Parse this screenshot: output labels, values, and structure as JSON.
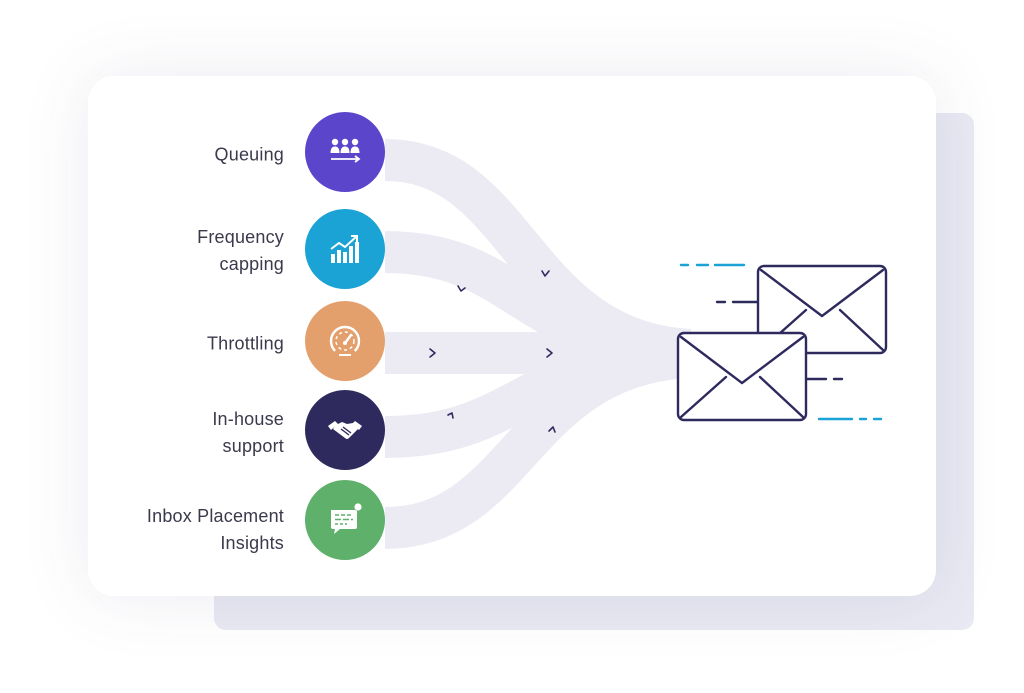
{
  "nodes": [
    {
      "label": "Queuing",
      "icon": "people-queue-icon",
      "color": "#5b46cb"
    },
    {
      "label": "Frequency\ncapping",
      "icon": "growth-chart-icon",
      "color": "#1aa3d4"
    },
    {
      "label": "Throttling",
      "icon": "speedometer-icon",
      "color": "#e3a06c"
    },
    {
      "label": "In-house\nsupport",
      "icon": "handshake-icon",
      "color": "#2e2a5e"
    },
    {
      "label": "Inbox Placement\nInsights",
      "icon": "chat-message-icon",
      "color": "#5fb06a"
    }
  ],
  "colors": {
    "flow": "#ecebf3",
    "envelope_stroke": "#2e2a5e",
    "speed_line_blue": "#1aa3d4",
    "speed_line_dark": "#2e2a5e",
    "arrow": "#2e2a5e"
  },
  "target": {
    "icon": "envelopes-icon"
  }
}
